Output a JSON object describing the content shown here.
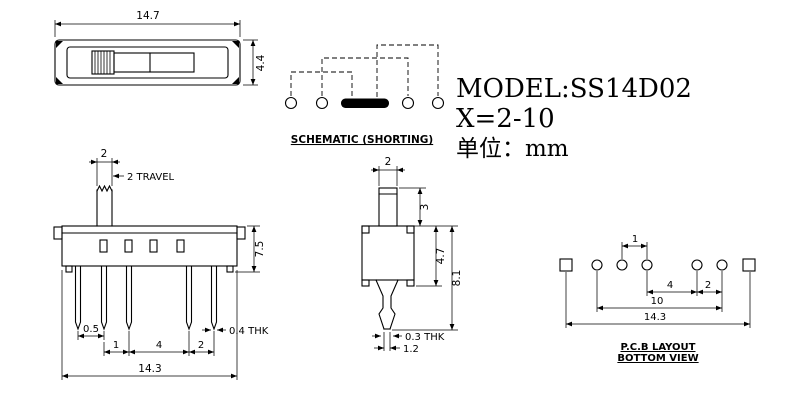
{
  "title_block": {
    "model": "MODEL:SS14D02",
    "x_range": "X=2-10",
    "unit": "单位：mm"
  },
  "schematic": {
    "label": "SCHEMATIC (SHORTING)"
  },
  "top_view": {
    "width": "14.7",
    "height": "4.4"
  },
  "front_view": {
    "knob_width": "2",
    "travel": "2 TRAVEL",
    "height": "7.5",
    "pin_gap": "0.5",
    "pitch_1": "1",
    "pitch_4": "4",
    "pitch_2": "2",
    "thickness": "0.4 THK",
    "overall_width": "14.3"
  },
  "side_view": {
    "knob_width": "2",
    "knob_height": "3",
    "body_height": "4.7",
    "overall_height": "8.1",
    "pin_thickness": "0.3 THK",
    "pin_width": "1.2"
  },
  "pcb_view": {
    "hole_offset": "1",
    "pitch_4": "4",
    "pitch_2": "2",
    "span": "10",
    "overall": "14.3",
    "label_line1": "P.C.B LAYOUT",
    "label_line2": "BOTTOM VIEW"
  }
}
